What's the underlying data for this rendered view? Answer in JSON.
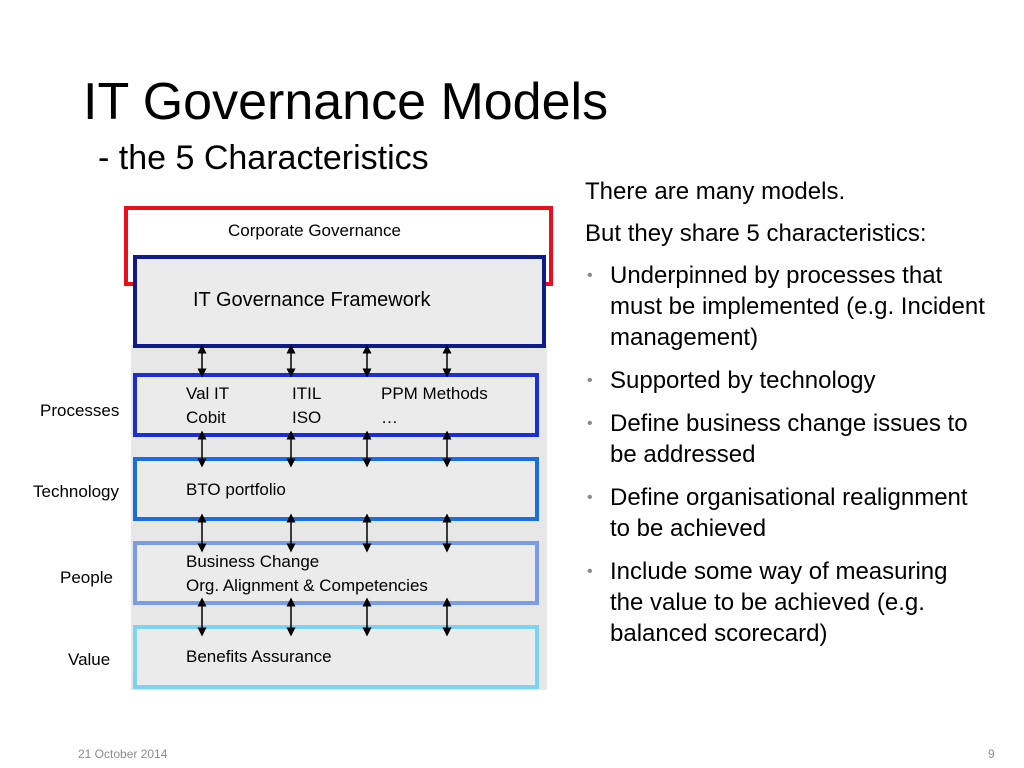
{
  "slide": {
    "title": "IT Governance Models",
    "subtitle": "- the 5 Characteristics"
  },
  "diagram": {
    "corporate_label": "Corporate Governance",
    "framework_label": "IT Governance Framework",
    "side_labels": {
      "processes": "Processes",
      "technology": "Technology",
      "people": "People",
      "value": "Value"
    },
    "processes": {
      "col1_line1": "Val IT",
      "col1_line2": "Cobit",
      "col2_line1": "ITIL",
      "col2_line2": "ISO",
      "col3_line1": "PPM Methods",
      "col3_line2": "…"
    },
    "technology": {
      "line1": "BTO portfolio"
    },
    "people": {
      "line1": "Business Change",
      "line2": "Org. Alignment & Competencies"
    },
    "value": {
      "line1": "Benefits Assurance"
    }
  },
  "text": {
    "intro1": "There are many models.",
    "intro2": "But they share 5 characteristics:",
    "bullets": [
      "Underpinned by processes that must be implemented (e.g. Incident management)",
      "Supported by technology",
      "Define business change issues to be addressed",
      "Define organisational realignment to be achieved",
      "Include some way of measuring the value to be achieved (e.g. balanced scorecard)"
    ]
  },
  "footer": {
    "date": "21 October 2014",
    "page_number": "9"
  },
  "colors": {
    "corporate_border": "#e8101a",
    "framework_border": "#101b8a",
    "processes_border": "#1a2ed6",
    "technology_border": "#1a6fe0",
    "people_border": "#7a9ce8",
    "value_border": "#7bd3f5"
  }
}
